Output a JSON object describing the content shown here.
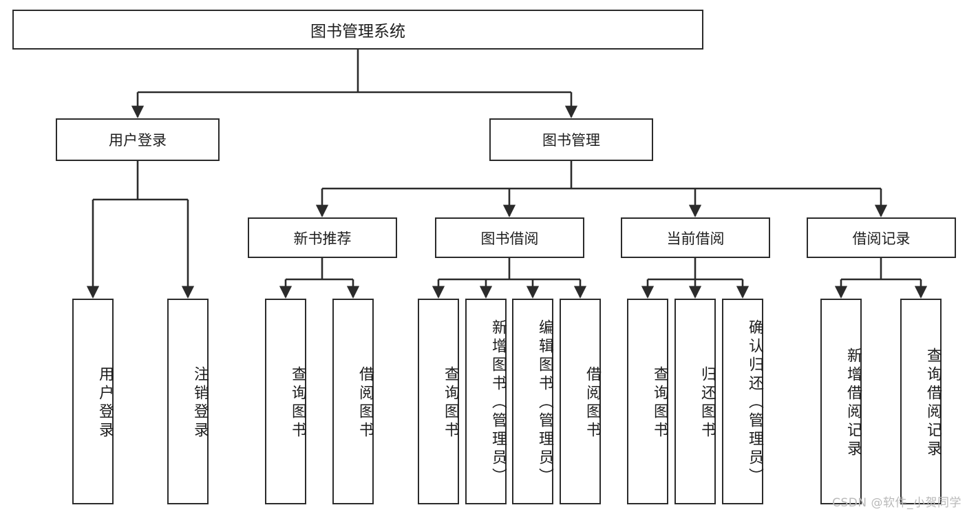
{
  "diagram": {
    "title": "图书管理系统",
    "type": "hierarchy-tree",
    "background_color": "#ffffff",
    "box_border_color": "#2b2b2b",
    "text_color": "#1d1d1d",
    "connector_color": "#2b2b2b"
  },
  "root": {
    "label": "图书管理系统"
  },
  "level2": [
    {
      "label": "用户登录"
    },
    {
      "label": "图书管理"
    }
  ],
  "level3": [
    {
      "label": "新书推荐"
    },
    {
      "label": "图书借阅"
    },
    {
      "label": "当前借阅"
    },
    {
      "label": "借阅记录"
    }
  ],
  "leaves": {
    "user_login": [
      {
        "label": "用户登录"
      },
      {
        "label": "注销登录"
      }
    ],
    "new_book_recommend": [
      {
        "label": "查询图书"
      },
      {
        "label": "借阅图书"
      }
    ],
    "book_borrow": [
      {
        "label": "查询图书"
      },
      {
        "label": "新增图书（管理员）"
      },
      {
        "label": "编辑图书（管理员）"
      },
      {
        "label": "借阅图书"
      }
    ],
    "current_borrow": [
      {
        "label": "查询图书"
      },
      {
        "label": "归还图书"
      },
      {
        "label": "确认归还（管理员）"
      }
    ],
    "borrow_record": [
      {
        "label": "新增借阅记录"
      },
      {
        "label": "查询借阅记录"
      }
    ]
  },
  "watermark": {
    "text": "CSDN @软件_小贺同学",
    "color": "#b9b9b9"
  }
}
